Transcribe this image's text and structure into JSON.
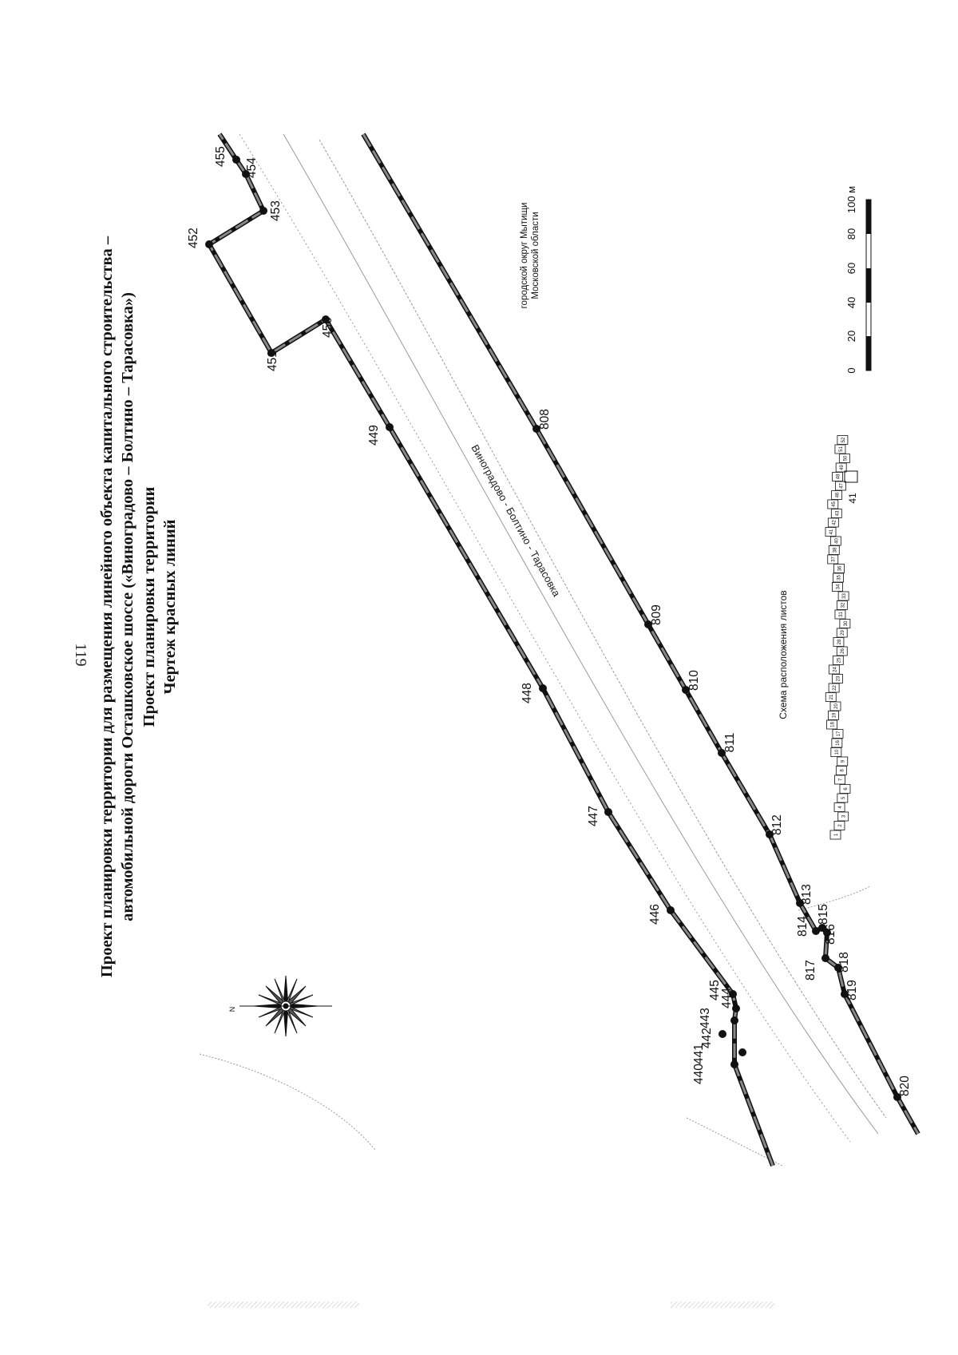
{
  "page_number": "119",
  "title_lines": [
    "Проект планировки территории для размещения линейного объекта капитального строительства –",
    "автомобильной дороги Осташковское шоссе («Виноградово – Болтино – Тарасовка»)",
    "Проект планировки территории",
    "Чертеж красных линий"
  ],
  "road_label": "Виноградово - Болтино - Тарасовка",
  "district_label": [
    "городской округ Мытищи",
    "Московской области"
  ],
  "compass": {
    "north_label": "N",
    "icon": "compass-rose-icon"
  },
  "scale_bar": {
    "ticks": [
      "0",
      "20",
      "40",
      "60",
      "80",
      "100 м"
    ]
  },
  "index_map": {
    "title": "Схема расположения листов",
    "current_sheet": "41",
    "sheets": [
      "1",
      "2",
      "3",
      "4",
      "5",
      "6",
      "7",
      "8",
      "9",
      "10",
      "16",
      "17",
      "18",
      "19",
      "20",
      "21",
      "22",
      "23",
      "24",
      "25",
      "26",
      "28",
      "29",
      "30",
      "31",
      "32",
      "33",
      "34",
      "35",
      "36",
      "37",
      "38",
      "40",
      "41",
      "42",
      "43",
      "45",
      "46",
      "47",
      "48",
      "49",
      "50",
      "51",
      "52"
    ]
  },
  "points_upper": [
    {
      "label": "440"
    },
    {
      "label": "441"
    },
    {
      "label": "442"
    },
    {
      "label": "443"
    },
    {
      "label": "444"
    },
    {
      "label": "445"
    },
    {
      "label": "446"
    },
    {
      "label": "447"
    },
    {
      "label": "448"
    },
    {
      "label": "449"
    },
    {
      "label": "450"
    },
    {
      "label": "451"
    },
    {
      "label": "452"
    },
    {
      "label": "453"
    },
    {
      "label": "454"
    },
    {
      "label": "455"
    }
  ],
  "points_lower": [
    {
      "label": "808"
    },
    {
      "label": "809"
    },
    {
      "label": "810"
    },
    {
      "label": "811"
    },
    {
      "label": "812"
    },
    {
      "label": "813"
    },
    {
      "label": "814"
    },
    {
      "label": "815"
    },
    {
      "label": "816"
    },
    {
      "label": "817"
    },
    {
      "label": "818"
    },
    {
      "label": "819"
    },
    {
      "label": "820"
    }
  ],
  "colors": {
    "ink": "#111111",
    "red_line": "#111111",
    "terrain": "#9a9a9a"
  }
}
